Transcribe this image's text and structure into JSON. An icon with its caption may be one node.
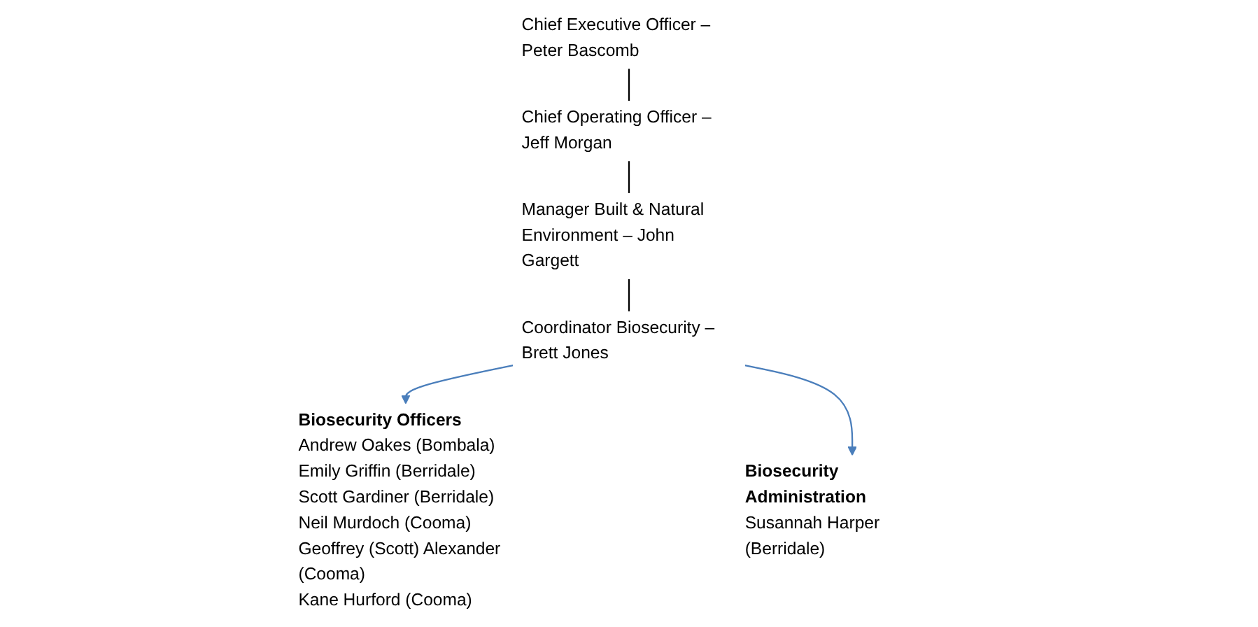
{
  "diagram": {
    "nodes": [
      {
        "text": [
          "Chief Executive Officer – Peter Bascomb"
        ]
      },
      {
        "text": [
          "Chief Operating Officer – Jeff Morgan"
        ]
      },
      {
        "text": [
          "Manager Built & Natural Environment – John Gargett"
        ]
      },
      {
        "text": [
          "Coordinator Biosecurity – Brett Jones"
        ]
      },
      {
        "text": [
          "Biosecurity Officers",
          "Andrew Oakes (Bombala)",
          "Emily Griffin (Berridale)",
          "Scott Gardiner (Berridale)",
          "Neil Murdoch (Cooma)",
          "Geoffrey (Scott) Alexander (Cooma)",
          "Kane Hurford (Cooma)"
        ]
      },
      {
        "text": [
          "Biosecurity Administration",
          "Susannah Harper (Berridale)"
        ]
      }
    ],
    "edges": [
      {
        "from": 0,
        "to": 1,
        "arrow": "none"
      },
      {
        "from": 1,
        "to": 2,
        "arrow": "none"
      },
      {
        "from": 2,
        "to": 3,
        "arrow": "none"
      },
      {
        "from": 3,
        "to": 4,
        "arrow": "to",
        "color": "#4a7ebb"
      },
      {
        "from": 3,
        "to": 5,
        "arrow": "to",
        "color": "#4a7ebb"
      }
    ]
  }
}
